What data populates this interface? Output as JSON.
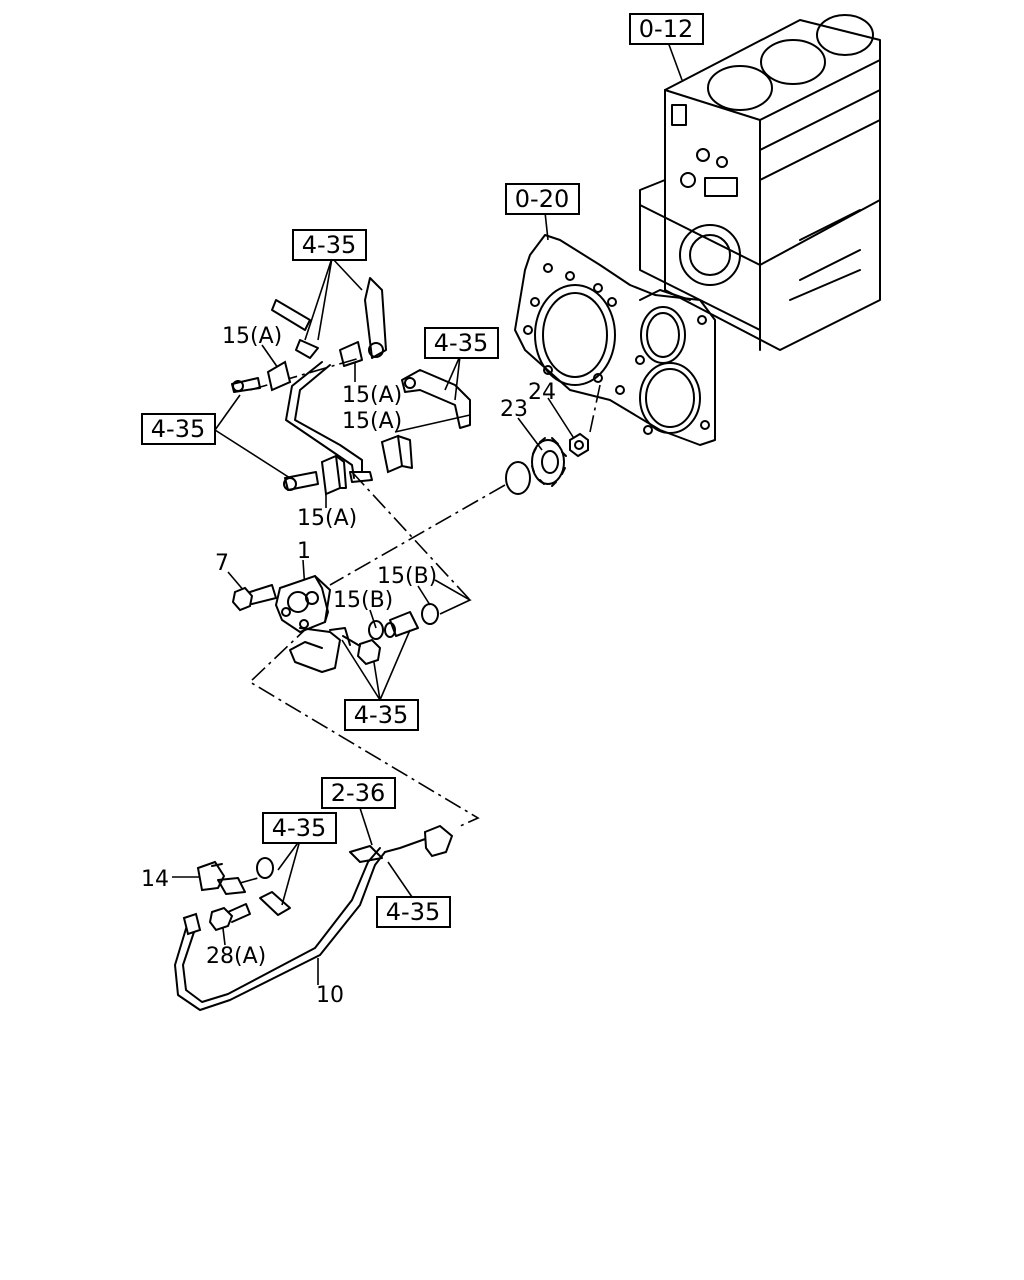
{
  "refs": {
    "engine_block": "0-12",
    "gear_case": "0-20",
    "pipe_group_upper": "4-35",
    "bracket_group": "4-35",
    "clip_group_left": "4-35",
    "pump_group": "4-35",
    "cable_group": "2-36",
    "sensor_group": "4-35",
    "cable_clip_group": "4-35"
  },
  "labels": {
    "p15a_top": "15(A)",
    "p15a_mid1": "15(A)",
    "p15a_mid2": "15(A)",
    "p15a_bottom": "15(A)",
    "p15b_right": "15(B)",
    "p15b_left": "15(B)",
    "p23": "23",
    "p24": "24",
    "p1": "1",
    "p7": "7",
    "p14": "14",
    "p28a": "28(A)",
    "p10": "10"
  }
}
